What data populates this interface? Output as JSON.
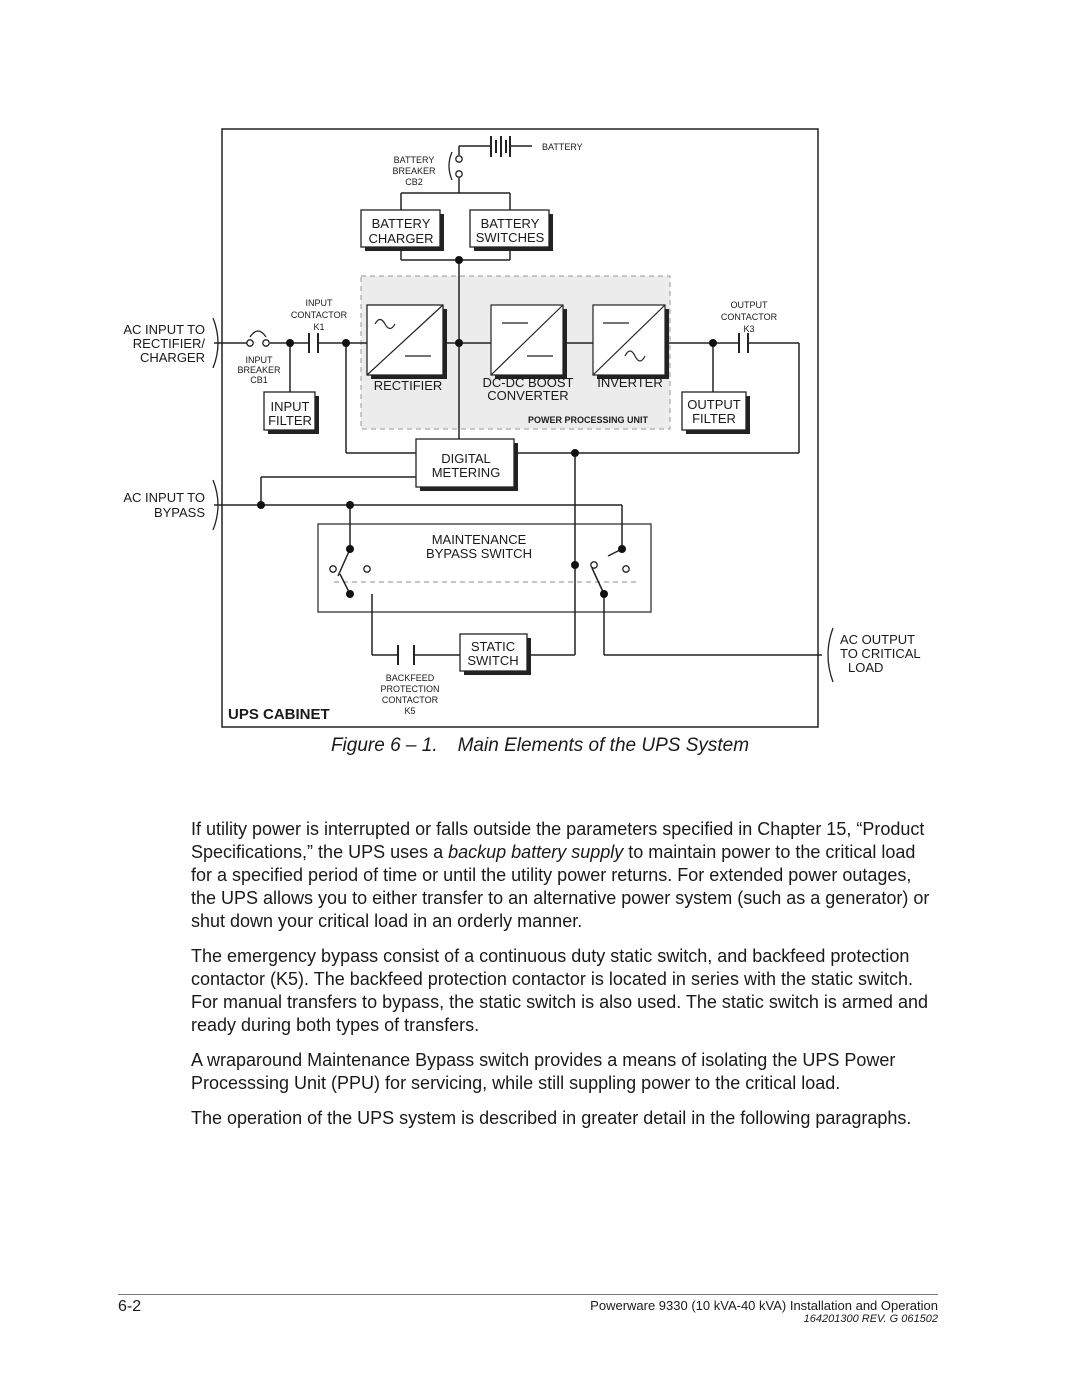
{
  "diagram": {
    "battery": "BATTERY",
    "battery_breaker": [
      "BATTERY",
      "BREAKER",
      "CB2"
    ],
    "battery_charger": [
      "BATTERY",
      "CHARGER"
    ],
    "battery_switches": [
      "BATTERY",
      "SWITCHES"
    ],
    "input_contactor": [
      "INPUT",
      "CONTACTOR",
      "K1"
    ],
    "output_contactor": [
      "OUTPUT",
      "CONTACTOR",
      "K3"
    ],
    "ac_input_rectifier": [
      "AC INPUT TO",
      "RECTIFIER/",
      "CHARGER"
    ],
    "input_breaker": [
      "INPUT",
      "BREAKER",
      "CB1"
    ],
    "rectifier": "RECTIFIER",
    "dc_dc": [
      "DC-DC BOOST",
      "CONVERTER"
    ],
    "inverter": "INVERTER",
    "ppu": "POWER PROCESSING UNIT",
    "input_filter": [
      "INPUT",
      "FILTER"
    ],
    "output_filter": [
      "OUTPUT",
      "FILTER"
    ],
    "digital_metering": [
      "DIGITAL",
      "METERING"
    ],
    "ac_input_bypass": [
      "AC INPUT TO",
      "BYPASS"
    ],
    "maintenance_bypass": [
      "MAINTENANCE",
      "BYPASS SWITCH"
    ],
    "static_switch": [
      "STATIC",
      "SWITCH"
    ],
    "backfeed": [
      "BACKFEED",
      "PROTECTION",
      "CONTACTOR",
      "K5"
    ],
    "ac_output": [
      "AC OUTPUT",
      "TO CRITICAL",
      "LOAD"
    ],
    "cabinet": "UPS CABINET"
  },
  "caption": {
    "number": "Figure 6 – 1.",
    "title": "Main Elements of the UPS System"
  },
  "paragraphs": {
    "p1_a": "If utility power is interrupted or falls outside the parameters specified in Chapter 15, “Product Specifications,” the UPS uses a ",
    "p1_em": "backup battery supply",
    "p1_b": " to maintain power to the critical load for a specified period of time or until the utility power returns. For extended power outages, the UPS allows you to either transfer to an alternative power system (such as a generator) or shut down your critical load in an orderly manner.",
    "p2": "The emergency bypass consist of a continuous duty static switch, and backfeed protection contactor (K5). The backfeed protection contactor is located in series with the static switch. For manual transfers to bypass, the static switch is also used. The static switch is armed and ready during both types of transfers.",
    "p3": "A wraparound Maintenance Bypass switch provides a means of isolating the UPS Power Processsing Unit (PPU) for servicing, while still suppling power to the critical load.",
    "p4": "The operation of the UPS system is described in greater detail in the following paragraphs."
  },
  "footer": {
    "page": "6-2",
    "title": "Powerware 9330 (10 kVA-40 kVA) Installation and Operation",
    "rev": "164201300 REV. G  061502"
  }
}
